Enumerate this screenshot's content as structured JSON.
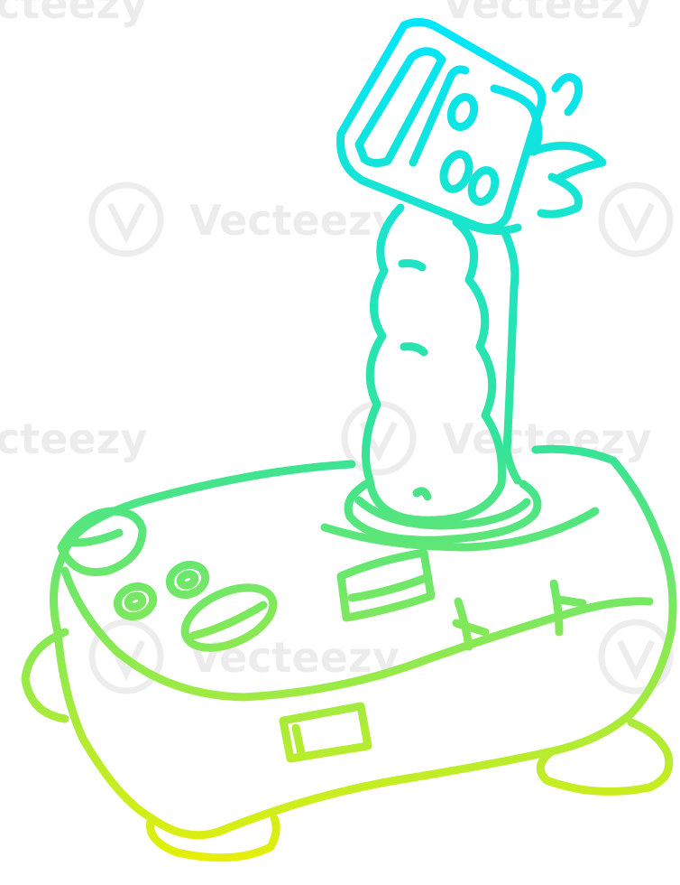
{
  "illustration": {
    "subject": "joystick-controller",
    "style": "line-art",
    "gradient": {
      "top_color": "#00e5ff",
      "mid_color": "#33e39a",
      "bottom_color": "#f0f000"
    }
  },
  "watermark": {
    "brand": "Vecteezy",
    "partial_left": "cteezy",
    "partial_right": "Vecteezy",
    "color": "#000000"
  }
}
